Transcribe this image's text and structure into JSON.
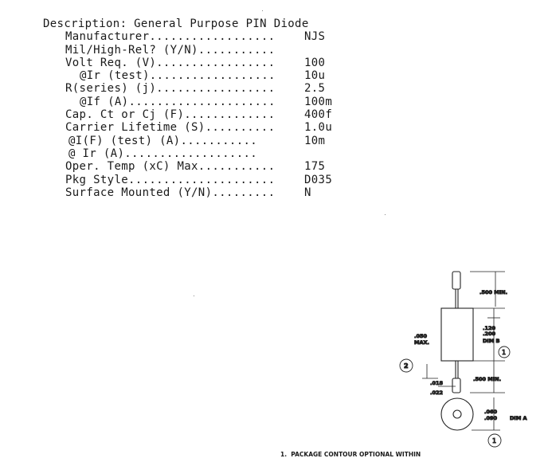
{
  "spec": {
    "description_label": "Description:",
    "description_value": "General Purpose PIN Diode",
    "rows": [
      {
        "label": "Manufacturer",
        "dots": "..................",
        "value": "NJS"
      },
      {
        "label": "Mil/High-Rel? (Y/N)",
        "dots": "...........",
        "value": ""
      },
      {
        "label": "Volt Req. (V)",
        "dots": ".................",
        "value": "100"
      },
      {
        "label": "@Ir (test)",
        "dots": "..................",
        "value": "10u"
      },
      {
        "label": "R(series) (j)",
        "dots": ".................",
        "value": "2.5"
      },
      {
        "label": "@If (A)",
        "dots": ".....................",
        "value": "100m"
      },
      {
        "label": "Cap. Ct or Cj (F)",
        "dots": ".............",
        "value": "400f"
      },
      {
        "label": "Carrier Lifetime (S)",
        "dots": "..........",
        "value": "1.0u"
      },
      {
        "label": "@I(F) (test) (A)",
        "dots": "...........",
        "value": "10m"
      },
      {
        "label": "@ Ir (A)",
        "dots": "...................",
        "value": ""
      },
      {
        "label": "Oper. Temp (xC) Max",
        "dots": "...........",
        "value": "175"
      },
      {
        "label": "Pkg Style",
        "dots": ".....................",
        "value": "D035"
      },
      {
        "label": "Surface Mounted (Y/N)",
        "dots": ".........",
        "value": "N"
      }
    ]
  },
  "drawing": {
    "lead_top": ".500 MIN.",
    "body_dia_top": ".120",
    "body_dia_bottom": ".200",
    "dim_b": "DIM B",
    "lead_dia_top": ".050",
    "lead_dia_bottom": "MAX.",
    "lead_bottom": ".500 MIN.",
    "wire_top": ".018",
    "wire_bottom": ".022",
    "end_top": ".060",
    "end_bottom": ".090",
    "dim_a": "DIM A",
    "note_mark_1": "1",
    "note_mark_2": "2",
    "note_mark_3": "1"
  },
  "note": {
    "text": "1.  PACKAGE CONTOUR OPTIONAL WITHIN"
  }
}
